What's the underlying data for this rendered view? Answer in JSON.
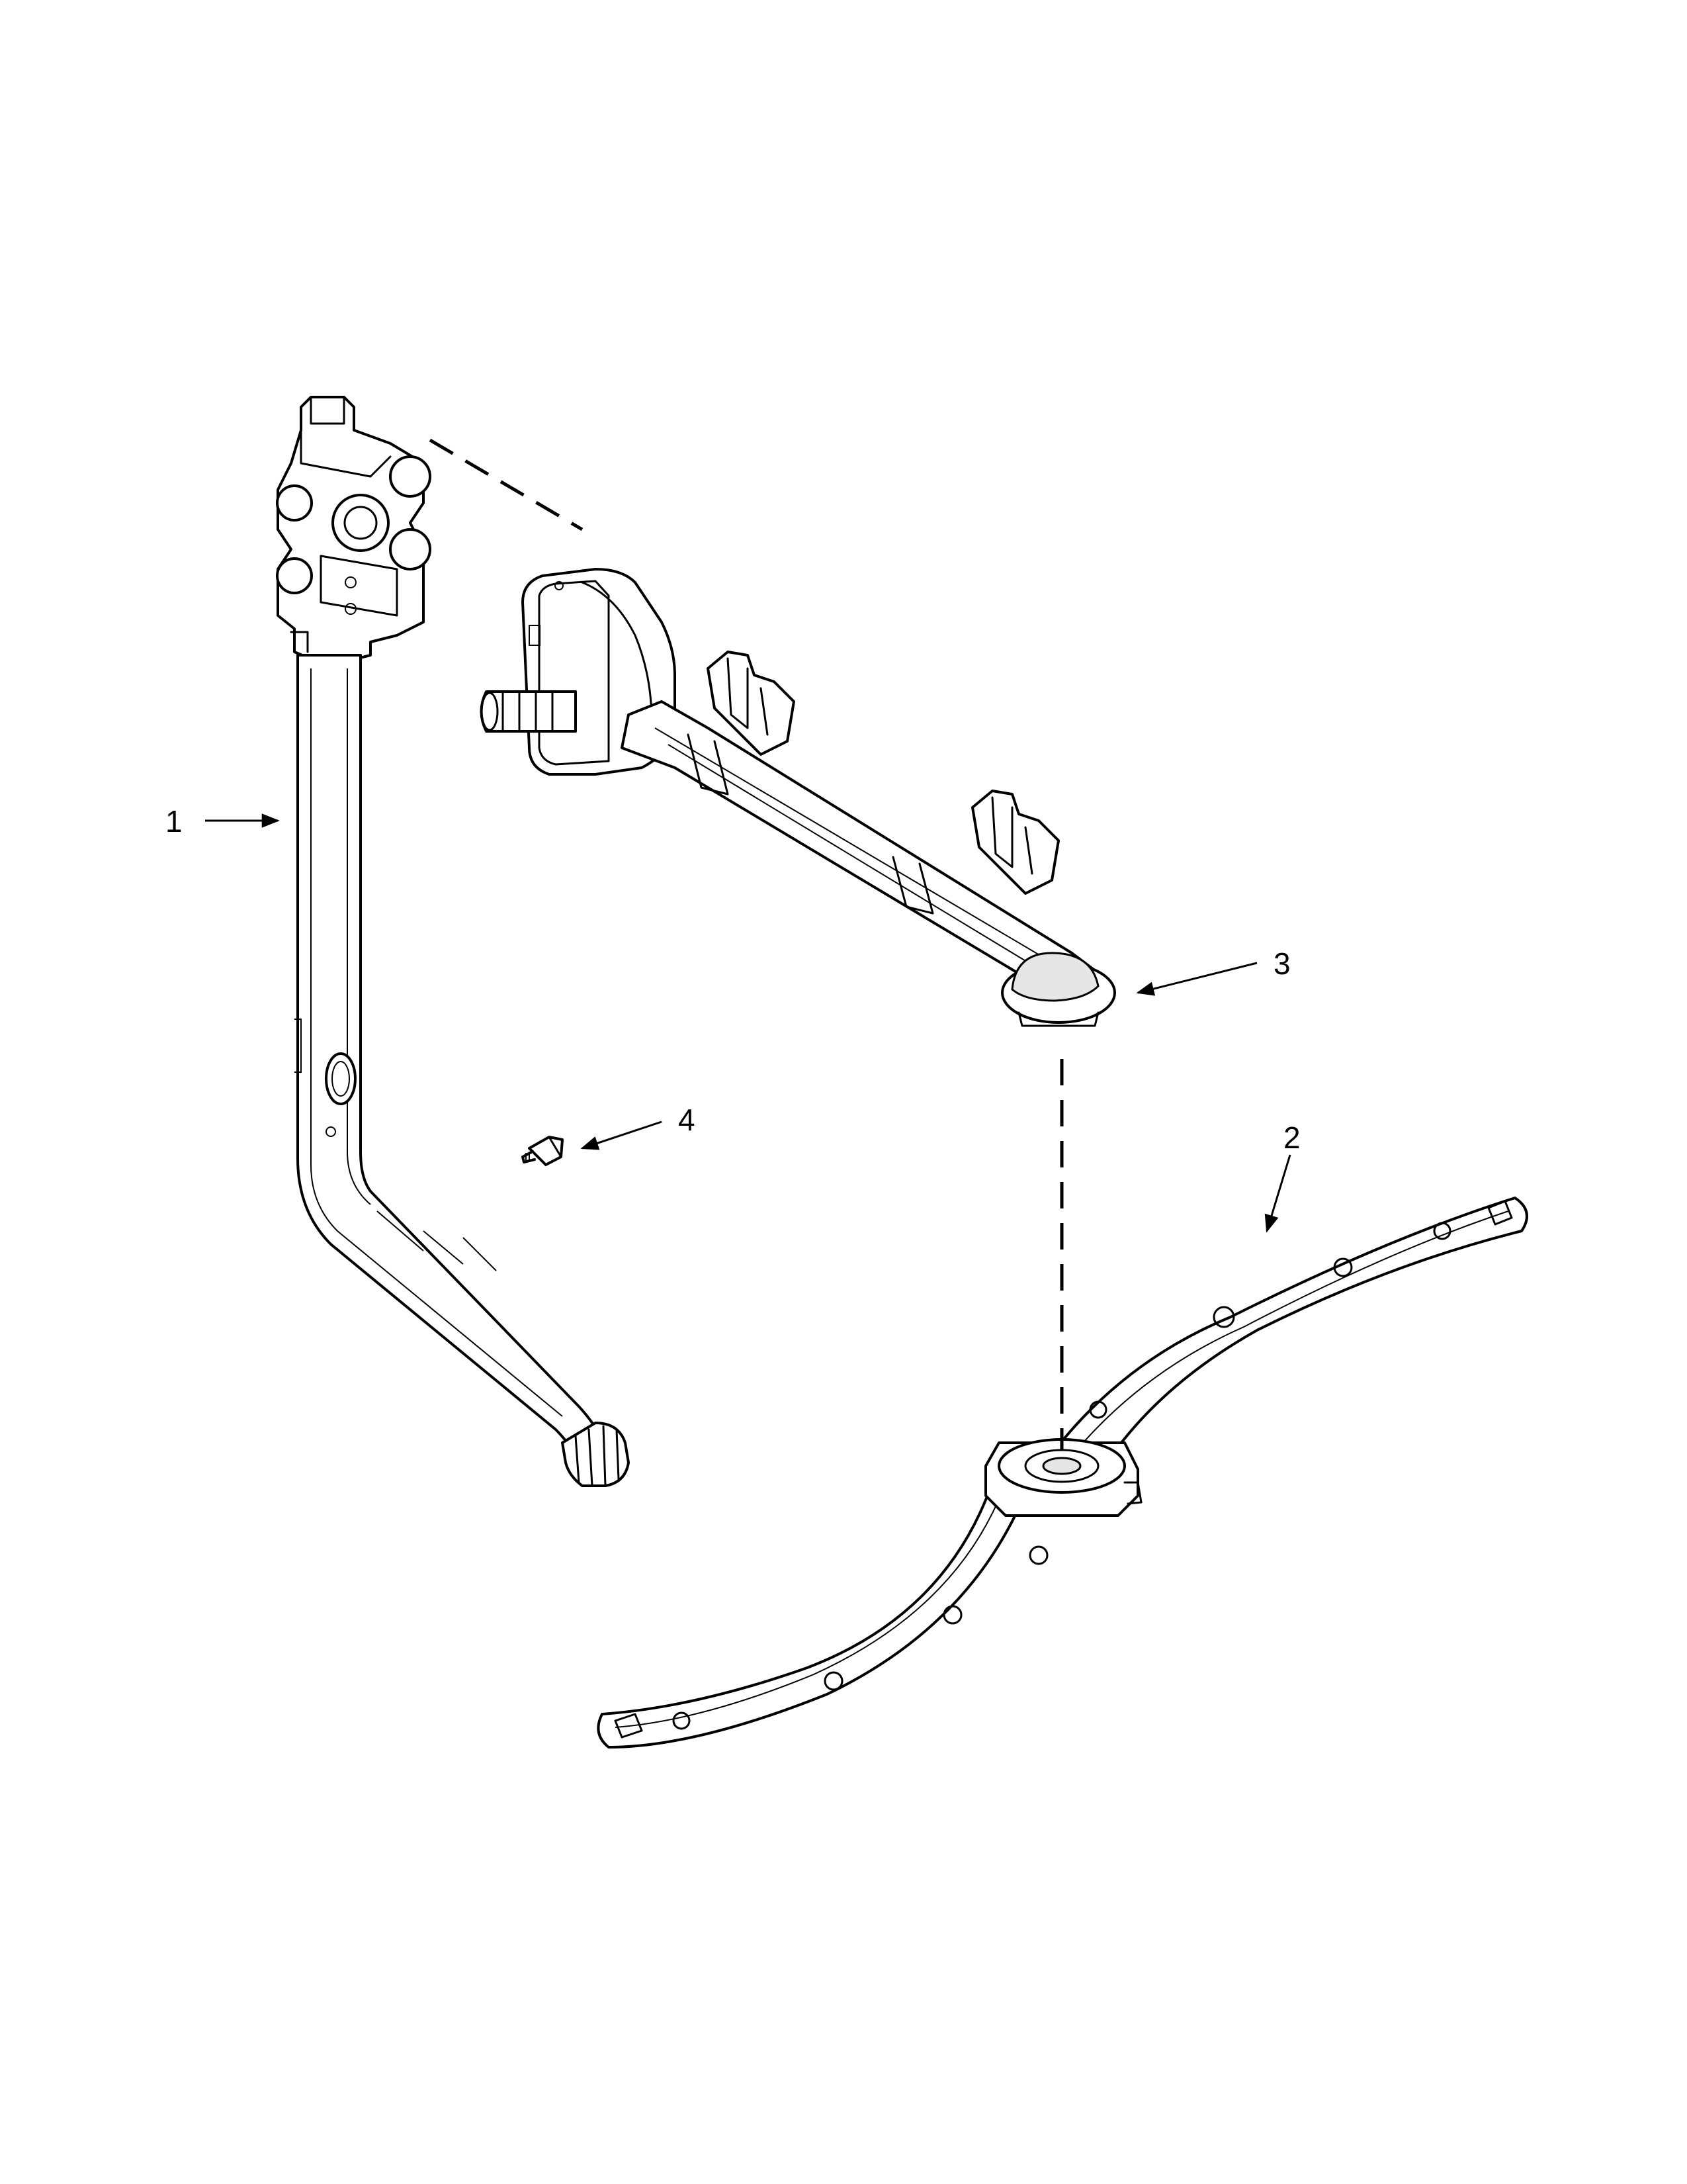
{
  "callouts": [
    {
      "id": "1",
      "label": "1"
    },
    {
      "id": "2",
      "label": "2"
    },
    {
      "id": "3",
      "label": "3"
    },
    {
      "id": "4",
      "label": "4"
    }
  ],
  "colors": {
    "line": "#000000",
    "background": "#ffffff",
    "shade": "#e6e6e6"
  }
}
